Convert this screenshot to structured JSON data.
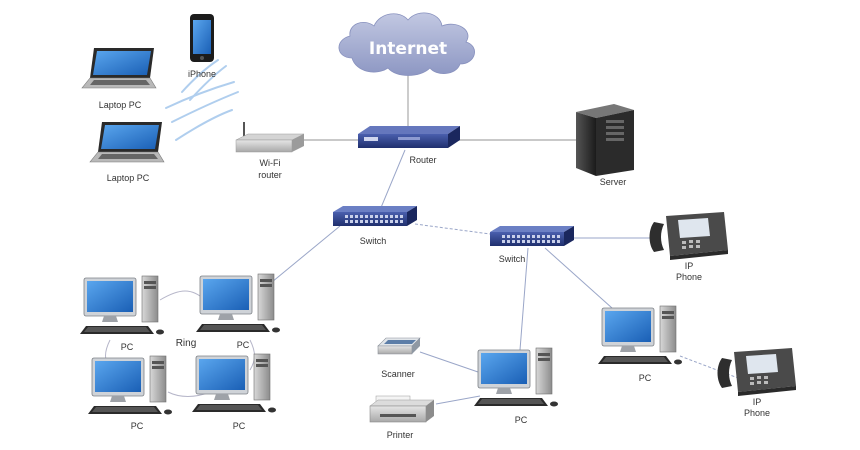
{
  "labels": {
    "internet": "Internet",
    "router": "Router",
    "server": "Server",
    "wifi_router_1": "Wi-Fi",
    "wifi_router_2": "router",
    "iphone": "iPhone",
    "laptop_1": "Laptop PC",
    "laptop_2": "Laptop PC",
    "switch_1": "Switch",
    "switch_2": "Switch",
    "ip_phone_1_line1": "IP",
    "ip_phone_1_line2": "Phone",
    "ip_phone_2_line1": "IP",
    "ip_phone_2_line2": "Phone",
    "ring": "Ring",
    "pc_1": "PC",
    "pc_2": "PC",
    "pc_3": "PC",
    "pc_4": "PC",
    "pc_5": "PC",
    "pc_6": "PC",
    "scanner": "Scanner",
    "printer": "Printer"
  },
  "colors": {
    "cloud": "#a8b1d3",
    "switch_blue": "#2c3f8a",
    "monitor_screen": "#2f7bd0",
    "link_line": "#9aa6c8"
  },
  "icons": [
    "cloud-icon",
    "router-icon",
    "server-icon",
    "wifi-router-icon",
    "smartphone-icon",
    "laptop-icon",
    "switch-icon",
    "ip-phone-icon",
    "desktop-pc-icon",
    "scanner-icon",
    "printer-icon"
  ]
}
